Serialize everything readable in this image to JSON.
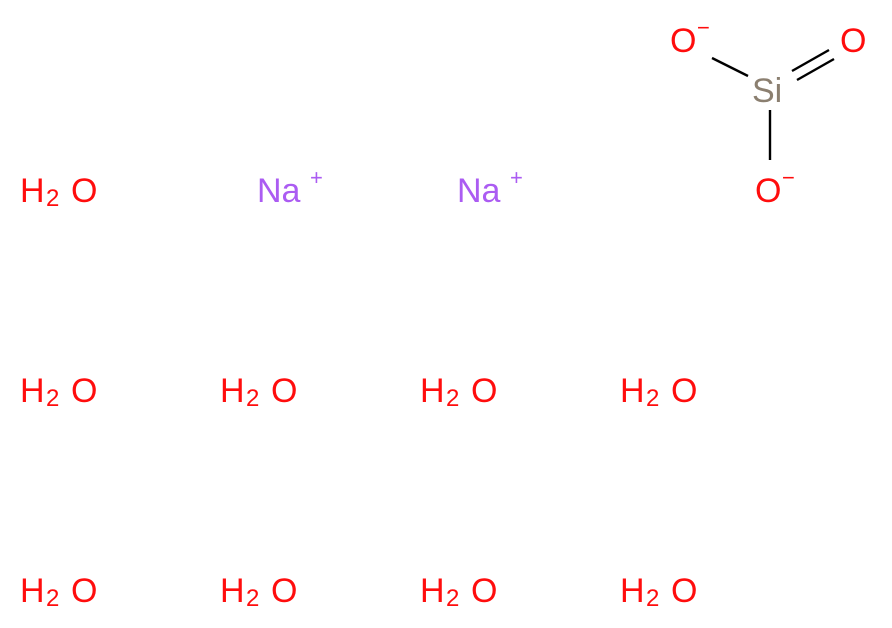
{
  "molecule": {
    "silicate": {
      "silicon": "Si",
      "oxygen_double": "O",
      "oxygen_top": "O",
      "oxygen_bottom": "O",
      "charge_top": "−",
      "charge_bottom": "−"
    },
    "sodium": [
      {
        "symbol": "Na",
        "charge": "+"
      },
      {
        "symbol": "Na",
        "charge": "+"
      }
    ],
    "water": [
      {
        "h": "H",
        "sub": "2",
        "o": "O"
      },
      {
        "h": "H",
        "sub": "2",
        "o": "O"
      },
      {
        "h": "H",
        "sub": "2",
        "o": "O"
      },
      {
        "h": "H",
        "sub": "2",
        "o": "O"
      },
      {
        "h": "H",
        "sub": "2",
        "o": "O"
      },
      {
        "h": "H",
        "sub": "2",
        "o": "O"
      },
      {
        "h": "H",
        "sub": "2",
        "o": "O"
      },
      {
        "h": "H",
        "sub": "2",
        "o": "O"
      },
      {
        "h": "H",
        "sub": "2",
        "o": "O"
      }
    ]
  },
  "colors": {
    "oxygen": "#ff0d0d",
    "sodium": "#ab5cf2",
    "silicon": "#8b7f70",
    "bond": "#000000"
  }
}
